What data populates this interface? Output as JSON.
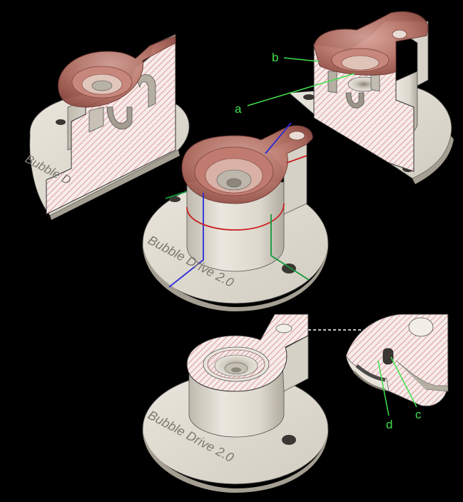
{
  "labels": {
    "a": "a",
    "b": "b",
    "c": "c",
    "d": "d"
  },
  "engravings": {
    "top_left": "Bubble D",
    "center": "Bubble Drive 2.0",
    "bottom": "Bubble Drive 2.0"
  },
  "colors": {
    "background": "#000000",
    "body": "#e6e2d8",
    "body_shade": "#cbc6ba",
    "section_hatch": "#d98787",
    "rubber_cap": "#c9837a",
    "callout_green": "#3ee04a",
    "axis_blue": "#2a2ad6",
    "axis_red": "#c81e1e",
    "axis_green": "#129a3a"
  }
}
